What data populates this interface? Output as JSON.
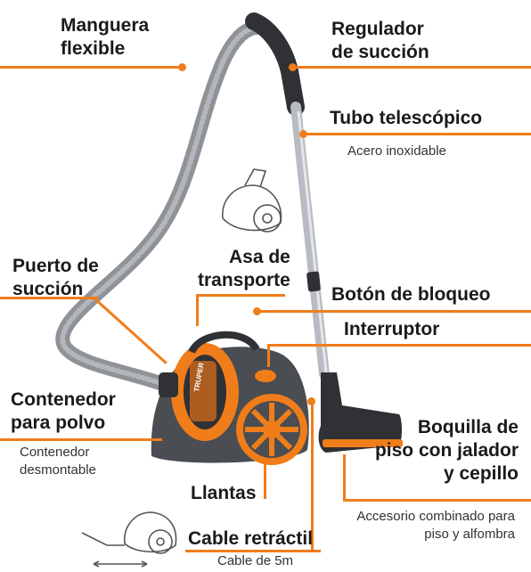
{
  "colors": {
    "accent": "#f07d1a",
    "body": "#4a4d52",
    "hose": "#8f9297",
    "tube": "#b8bcc2"
  },
  "labels": {
    "manguera": [
      "Manguera",
      "flexible"
    ],
    "regulador": [
      "Regulador",
      "de succión"
    ],
    "tubo": {
      "title": "Tubo telescópico",
      "sub": "Acero inoxidable"
    },
    "asa": [
      "Asa de",
      "transporte"
    ],
    "puerto": [
      "Puerto de",
      "succión"
    ],
    "boton": "Botón de bloqueo",
    "interruptor": "Interruptor",
    "contenedor": {
      "title": [
        "Contenedor",
        "para polvo"
      ],
      "sub": [
        "Contenedor",
        "desmontable"
      ]
    },
    "boquilla": {
      "title": [
        "Boquilla de",
        "piso con jalador",
        "y cepillo"
      ],
      "sub": [
        "Accesorio combinado para",
        "piso y alfombra"
      ]
    },
    "llantas": "Llantas",
    "cable": {
      "title": "Cable retráctil",
      "sub": "Cable de 5m"
    }
  },
  "brand_text": "TRUPER"
}
